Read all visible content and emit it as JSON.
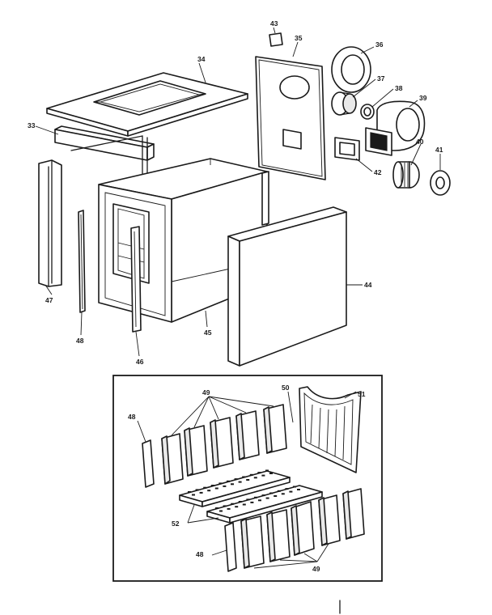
{
  "labels": {
    "l33": "33",
    "l34": "34",
    "l35": "35",
    "l36": "36",
    "l37": "37",
    "l38": "38",
    "l39": "39",
    "l40": "40",
    "l41": "41",
    "l42": "42",
    "l43": "43",
    "l44": "44",
    "l45": "45",
    "l46": "46",
    "l47": "47",
    "l48": "48",
    "l48b": "48",
    "l48c": "48",
    "l49": "49",
    "l49b": "49",
    "l50": "50",
    "l51": "51",
    "l52": "52"
  },
  "colors": {
    "ink": "#1a1a1a",
    "paper": "#ffffff",
    "shade": "#e9e9e9"
  }
}
